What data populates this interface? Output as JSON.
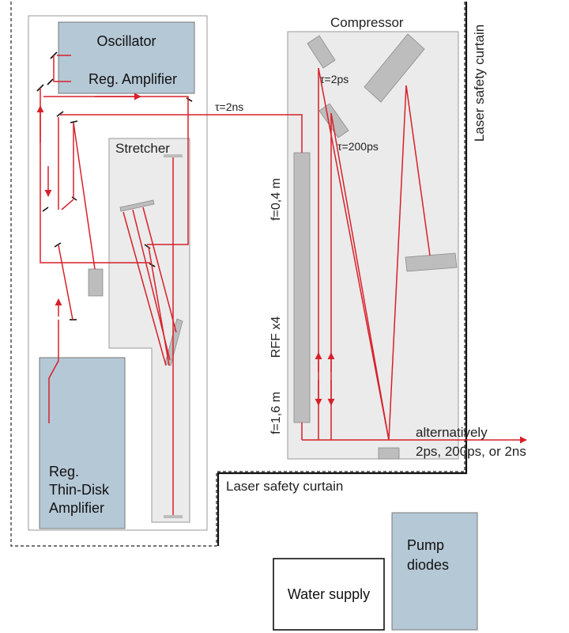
{
  "labels": {
    "oscillator": "Oscillator",
    "reg_amplifier": "Reg. Amplifier",
    "stretcher": "Stretcher",
    "compressor": "Compressor",
    "tau_2ns": "τ=2ns",
    "tau_2ps": "τ=2ps",
    "tau_200ps": "τ=200ps",
    "f_04m": "f=0,4 m",
    "rff_x4": "RFF x4",
    "f_16m": "f=1,6 m",
    "alternatively": "alternatively",
    "output_options": "2ps, 200ps, or 2ns",
    "laser_curtain_side": "Laser safety curtain",
    "laser_curtain_bottom": "Laser safety curtain",
    "thin_disk_line1": "Reg.",
    "thin_disk_line2": "Thin-Disk",
    "thin_disk_line3": "Amplifier",
    "water_supply": "Water supply",
    "pump_line1": "Pump",
    "pump_line2": "diodes"
  },
  "colors": {
    "beam": "#d8202a",
    "module_fill": "#b5c8d6",
    "enclosure_fill": "#ebebeb",
    "optic_fill": "#bdbdbd",
    "outline": "#111111"
  }
}
